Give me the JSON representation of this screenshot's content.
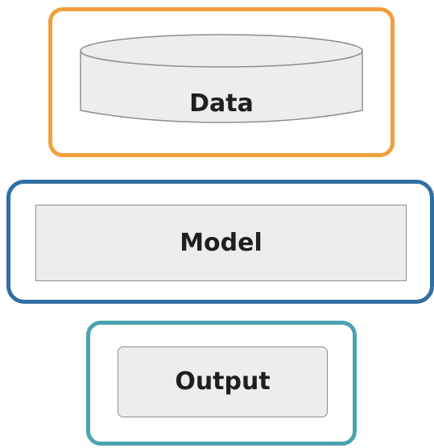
{
  "diagram": {
    "nodes": [
      {
        "id": "data",
        "label": "Data",
        "shape": "cylinder",
        "frame_color": "#f0a03a"
      },
      {
        "id": "model",
        "label": "Model",
        "shape": "rectangle",
        "frame_color": "#2f6fa3"
      },
      {
        "id": "output",
        "label": "Output",
        "shape": "rounded-rectangle",
        "frame_color": "#4aa3b2"
      }
    ],
    "fill_color": "#ededed",
    "stroke_color": "#8d8d8d"
  }
}
